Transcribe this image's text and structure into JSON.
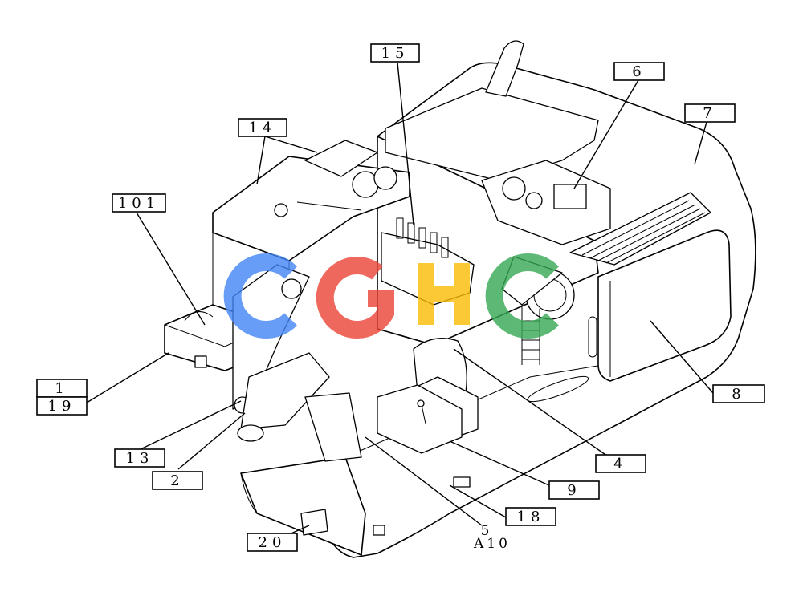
{
  "callouts": [
    {
      "id": "c1",
      "label": "1"
    },
    {
      "id": "c19",
      "label": "19"
    },
    {
      "id": "c101",
      "label": "101"
    },
    {
      "id": "c14",
      "label": "14"
    },
    {
      "id": "c15",
      "label": "15"
    },
    {
      "id": "c6",
      "label": "6"
    },
    {
      "id": "c7",
      "label": "7"
    },
    {
      "id": "c8",
      "label": "8"
    },
    {
      "id": "c4",
      "label": "4"
    },
    {
      "id": "c9",
      "label": "9"
    },
    {
      "id": "c18",
      "label": "18"
    },
    {
      "id": "c13",
      "label": "13"
    },
    {
      "id": "c2",
      "label": "2"
    },
    {
      "id": "c20",
      "label": "20"
    }
  ],
  "plain_labels": {
    "five": "5",
    "view": "A10"
  },
  "watermark": {
    "text": "CGHC",
    "colors": [
      "#4285F4",
      "#EA4335",
      "#FBBC05",
      "#34A853"
    ]
  }
}
